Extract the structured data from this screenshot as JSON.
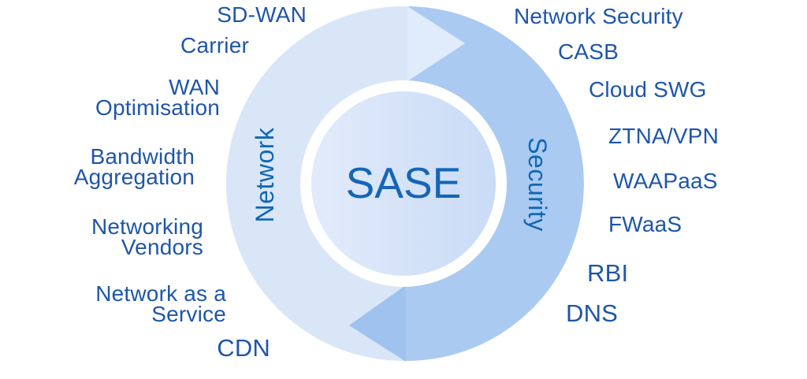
{
  "diagram_title": "SASE",
  "center_label": "SASE",
  "halves": {
    "network": {
      "label": "Network",
      "items": [
        {
          "label": "SD-WAN"
        },
        {
          "label": "Carrier"
        },
        {
          "label": "WAN\nOptimisation"
        },
        {
          "label": "Bandwidth\nAggregation"
        },
        {
          "label": "Networking\nVendors"
        },
        {
          "label": "Network as a\nService"
        },
        {
          "label": "CDN"
        }
      ]
    },
    "security": {
      "label": "Security",
      "items": [
        {
          "label": "Network Security"
        },
        {
          "label": "CASB"
        },
        {
          "label": "Cloud SWG"
        },
        {
          "label": "ZTNA/VPN"
        },
        {
          "label": "WAAPaaS"
        },
        {
          "label": "FWaaS"
        },
        {
          "label": "RBI"
        },
        {
          "label": "DNS"
        }
      ]
    }
  },
  "colors": {
    "network_half": "#d9e6f8",
    "network_arrowhead": "#e0ebfb",
    "security_half": "#abcaf1",
    "security_arrowhead": "#a0c2ee",
    "inner_ring": "#ffffff",
    "inner_fill_start": "#e2ebfa",
    "inner_fill_end": "#c9dbf6",
    "label_text": "#1e56a8",
    "half_label_text": "#1067b4",
    "center_text": "#1565b8"
  }
}
